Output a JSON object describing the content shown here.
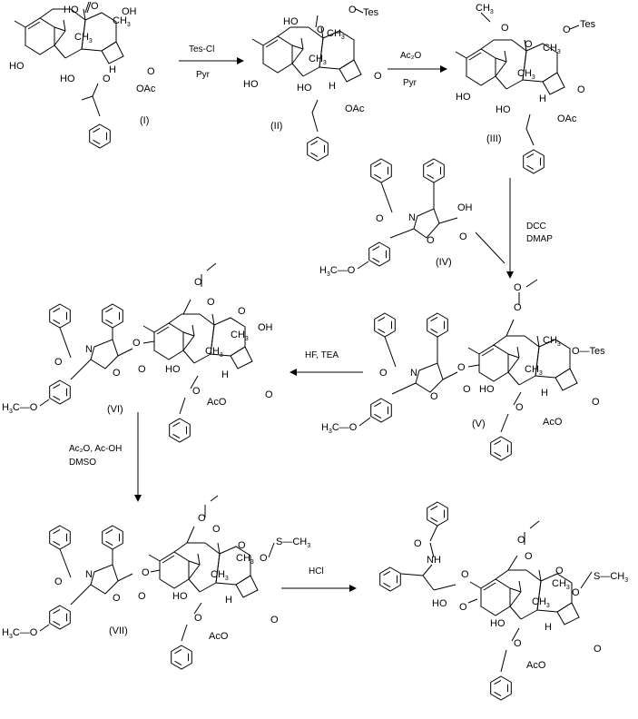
{
  "scheme": {
    "compounds": [
      {
        "id": "I",
        "label": "(I)"
      },
      {
        "id": "II",
        "label": "(II)"
      },
      {
        "id": "III",
        "label": "(III)"
      },
      {
        "id": "IV",
        "label": "(IV)"
      },
      {
        "id": "V",
        "label": "(V)"
      },
      {
        "id": "VI",
        "label": "(VI)"
      },
      {
        "id": "VII",
        "label": "(VII)"
      }
    ],
    "reagents": {
      "step1_top": "Tes-Cl",
      "step1_bottom": "Pyr",
      "step2_top": "Ac₂O",
      "step2_bottom": "Pyr",
      "step3_top": "DCC",
      "step3_bottom": "DMAP",
      "step4": "HF,  TEA",
      "step5_line1": "Ac₂O,  Ac-OH",
      "step5_line2": "DMSO",
      "step6": "HCl"
    },
    "atom_labels": {
      "oh": "OH",
      "ho": "HO",
      "oac": "OAc",
      "aco": "AcO",
      "o": "O",
      "h": "H",
      "n": "N",
      "nh": "NH",
      "ch3": "CH3",
      "h3c": "H3C",
      "tes": "Tes",
      "otes": "O—Tes",
      "s_ch3": "S—CH3",
      "h3co": "H3C—O"
    }
  }
}
